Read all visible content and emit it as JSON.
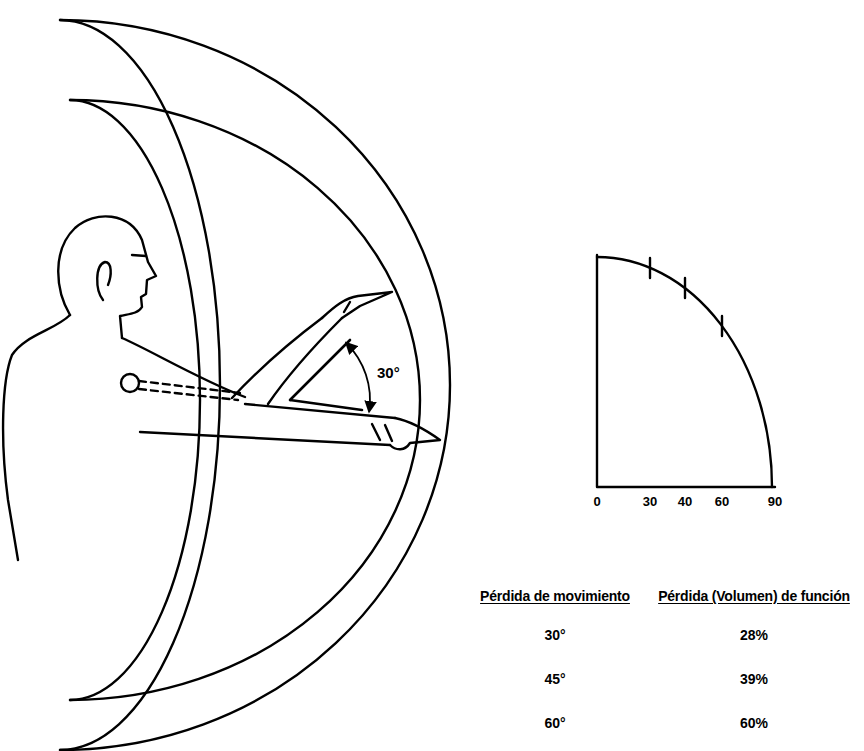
{
  "diagram": {
    "labels": [
      "30°",
      "0",
      "30",
      "40",
      "60",
      "90",
      "Pérdida de movimiento",
      "Pérdida (Volumen) de función",
      "30°",
      "28%",
      "45°",
      "39%",
      "60°",
      "60%"
    ]
  }
}
